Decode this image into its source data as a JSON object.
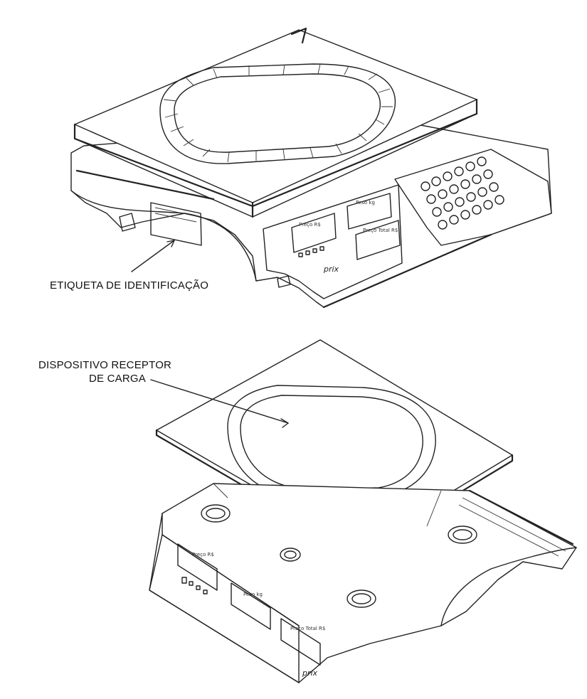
{
  "labels": {
    "etiqueta": "ETIQUETA DE IDENTIFICAÇÃO",
    "dispositivo_line1": "DISPOSITIVO RECEPTOR",
    "dispositivo_line2": "DE CARGA"
  },
  "colors": {
    "line": "#222222",
    "background": "#ffffff"
  },
  "display_text": {
    "price": "Preço R$",
    "total": "Preço Total R$",
    "weight": "Peso kg",
    "brand": "prix"
  }
}
